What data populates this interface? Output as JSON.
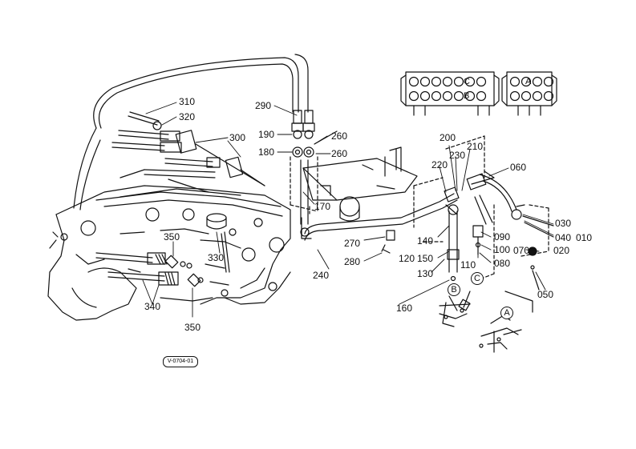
{
  "reference_code": "V-0704-01",
  "part_numbers": [
    {
      "id": "p310",
      "label": "310"
    },
    {
      "id": "p320",
      "label": "320"
    },
    {
      "id": "p300",
      "label": "300"
    },
    {
      "id": "p290",
      "label": "290"
    },
    {
      "id": "p190",
      "label": "190"
    },
    {
      "id": "p180",
      "label": "180"
    },
    {
      "id": "p260a",
      "label": "260"
    },
    {
      "id": "p260b",
      "label": "260"
    },
    {
      "id": "p170",
      "label": "170"
    },
    {
      "id": "p200",
      "label": "200"
    },
    {
      "id": "p230",
      "label": "230"
    },
    {
      "id": "p210",
      "label": "210"
    },
    {
      "id": "p220",
      "label": "220"
    },
    {
      "id": "p060",
      "label": "060"
    },
    {
      "id": "p030",
      "label": "030"
    },
    {
      "id": "p040",
      "label": "040"
    },
    {
      "id": "p010",
      "label": "010"
    },
    {
      "id": "p070",
      "label": "070"
    },
    {
      "id": "p020",
      "label": "020"
    },
    {
      "id": "p090",
      "label": "090"
    },
    {
      "id": "p100",
      "label": "100"
    },
    {
      "id": "p080",
      "label": "080"
    },
    {
      "id": "p110",
      "label": "110"
    },
    {
      "id": "p050",
      "label": "050"
    },
    {
      "id": "p270",
      "label": "270"
    },
    {
      "id": "p280",
      "label": "280"
    },
    {
      "id": "p140",
      "label": "140"
    },
    {
      "id": "p120",
      "label": "120"
    },
    {
      "id": "p150",
      "label": "150"
    },
    {
      "id": "p130",
      "label": "130"
    },
    {
      "id": "p160",
      "label": "160"
    },
    {
      "id": "p240",
      "label": "240"
    },
    {
      "id": "p330",
      "label": "330"
    },
    {
      "id": "p350a",
      "label": "350"
    },
    {
      "id": "p350b",
      "label": "350"
    },
    {
      "id": "p340",
      "label": "340"
    }
  ],
  "callouts": [
    {
      "id": "cA",
      "label": "A"
    },
    {
      "id": "cB",
      "label": "B"
    },
    {
      "id": "cC",
      "label": "C"
    },
    {
      "id": "tA",
      "label": "A"
    },
    {
      "id": "tB",
      "label": "B"
    },
    {
      "id": "tC",
      "label": "C"
    }
  ]
}
